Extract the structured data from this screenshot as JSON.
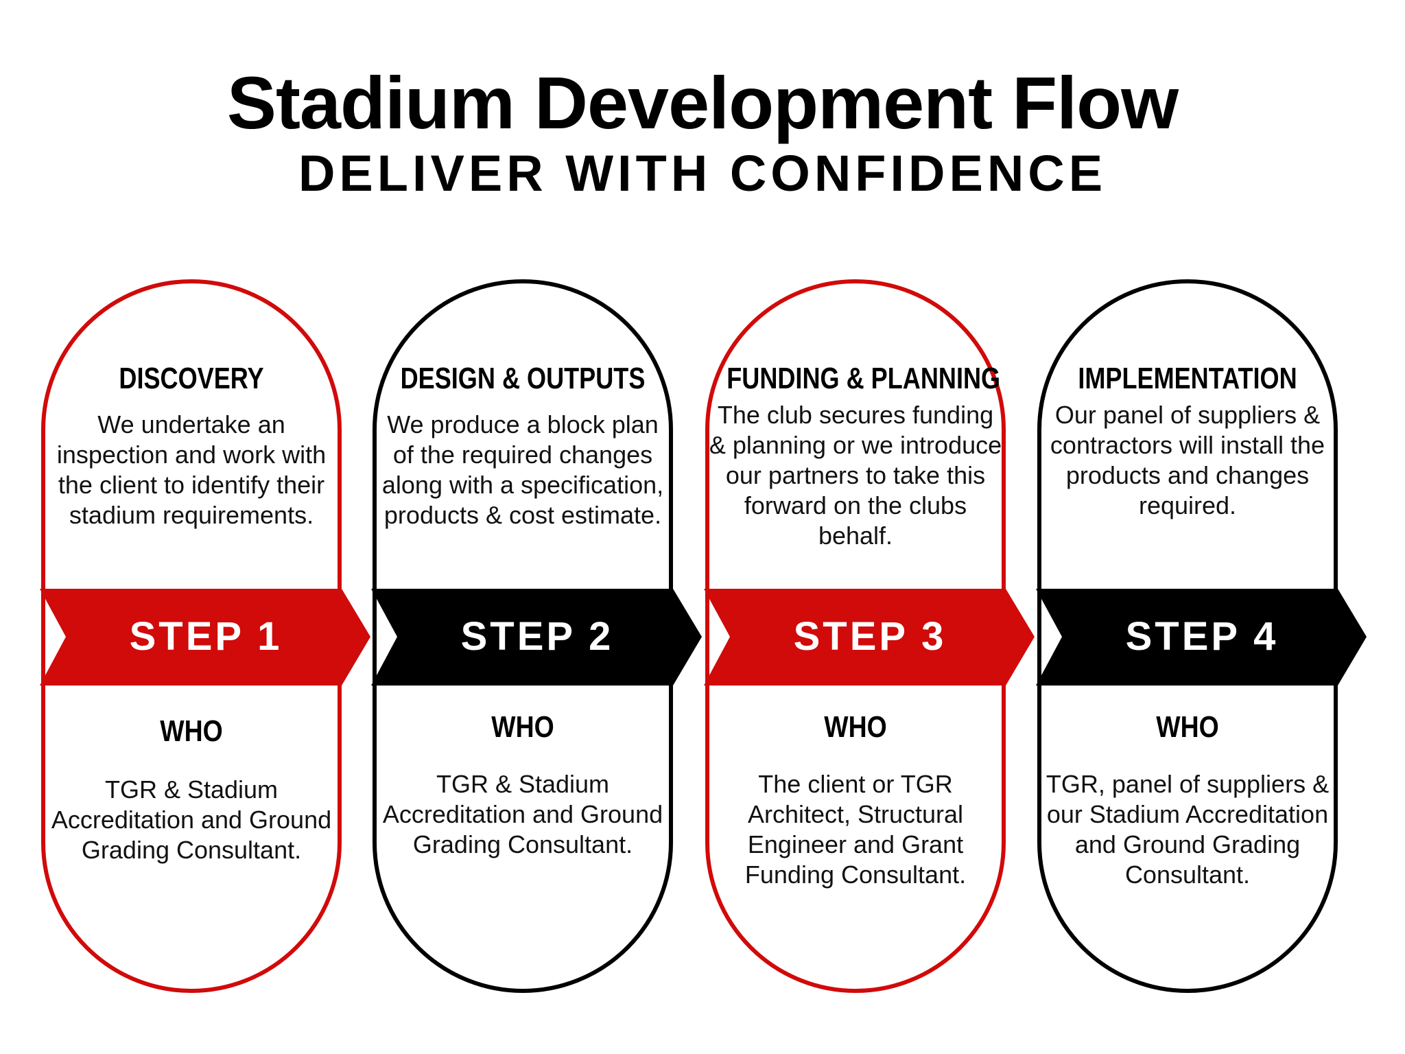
{
  "header": {
    "title": "Stadium Development Flow",
    "subtitle": "DELIVER WITH CONFIDENCE"
  },
  "colors": {
    "red": "#d10a0a",
    "black": "#000000"
  },
  "steps": [
    {
      "heading": "DISCOVERY",
      "description": "We undertake an inspection and work with the client to identify their stadium requirements.",
      "step_label": "STEP 1",
      "who_label": "WHO",
      "who_text": "TGR & Stadium Accreditation and Ground Grading Consultant.",
      "color": "#d10a0a"
    },
    {
      "heading": "DESIGN & OUTPUTS",
      "description": "We produce a block plan of the required changes along with a specification, products & cost estimate.",
      "step_label": "STEP 2",
      "who_label": "WHO",
      "who_text": "TGR & Stadium Accreditation and Ground Grading Consultant.",
      "color": "#000000"
    },
    {
      "heading": "FUNDING & PLANNING",
      "description": "The club secures funding & planning or we introduce our partners to take this forward on the clubs behalf.",
      "step_label": "STEP 3",
      "who_label": "WHO",
      "who_text": "The client or TGR Architect, Structural Engineer and Grant Funding Consultant.",
      "color": "#d10a0a"
    },
    {
      "heading": "IMPLEMENTATION",
      "description": "Our panel of suppliers & contractors will install the products and changes required.",
      "step_label": "STEP 4",
      "who_label": "WHO",
      "who_text": "TGR, panel of suppliers & our Stadium Accreditation and Ground Grading Consultant.",
      "color": "#000000"
    }
  ]
}
